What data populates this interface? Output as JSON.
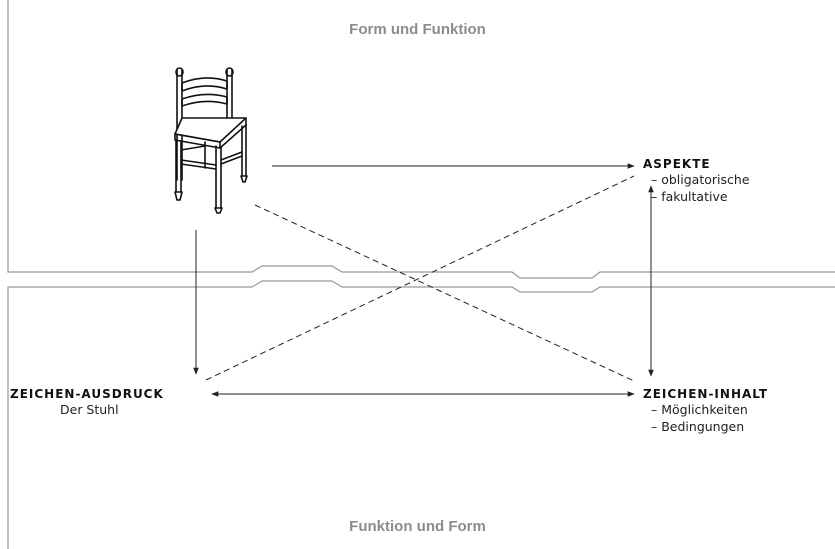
{
  "titles": {
    "top": "Form und Funktion",
    "bottom": "Funktion und Form"
  },
  "nodes": {
    "aspekte": {
      "label": "ASPEKTE",
      "items": [
        "– obligatorische",
        "– fakultative"
      ]
    },
    "ausdruck": {
      "label": "ZEICHEN-AUSDRUCK",
      "sub": "Der Stuhl"
    },
    "inhalt": {
      "label": "ZEICHEN-INHALT",
      "items": [
        "– Möglichkeiten",
        "– Bedingungen"
      ]
    }
  },
  "colors": {
    "frame": "#999999",
    "arrow": "#222222",
    "title": "#8c8c8c"
  },
  "icons": {
    "chair": "chair-illustration"
  }
}
